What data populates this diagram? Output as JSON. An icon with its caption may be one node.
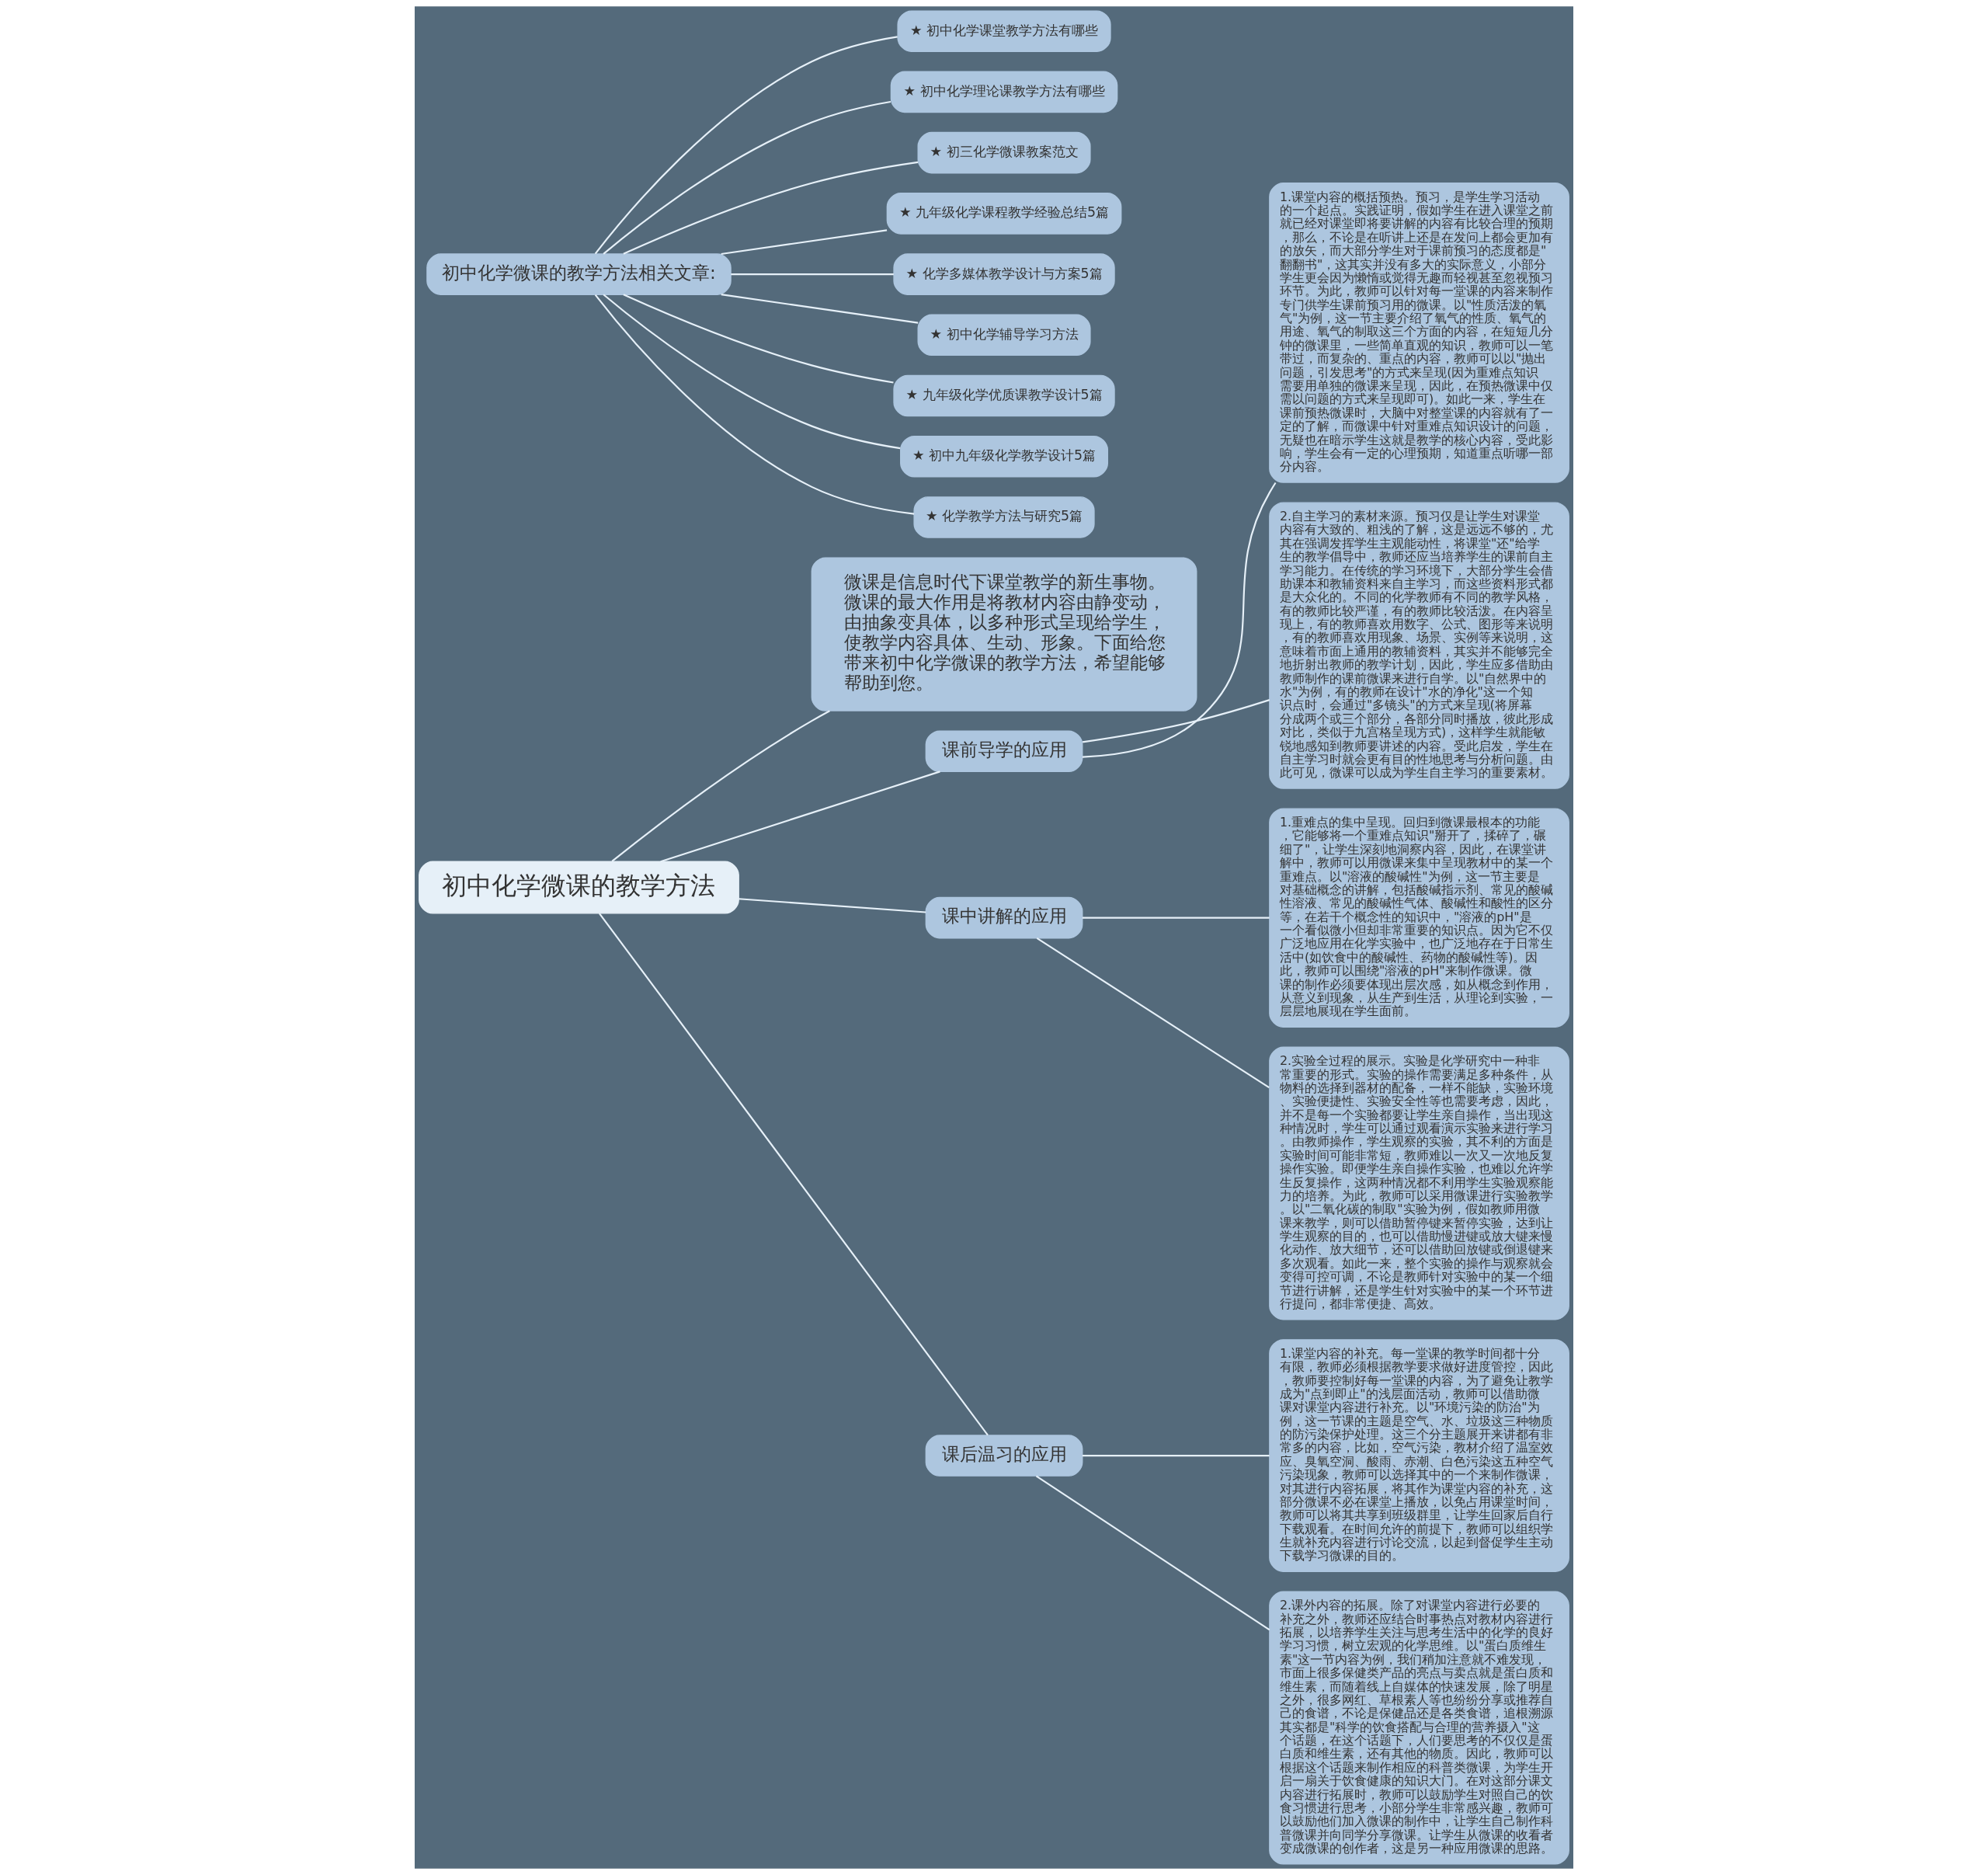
{
  "diagram": {
    "nodes": [
      {
        "text": [
          "初中化学微课的教学方法"
        ]
      },
      {
        "text": [
          "微课是信息时代下课堂教学的新生事物。微课的最大作用是将教材内容由静变动，由抽象变具体，以多种形式呈现给学生，使教学内容具体、生动、形象。下面给您带来初中化学微课的教学方法，希望能够帮助到您。"
        ]
      },
      {
        "text": [
          "课前导学的应用"
        ]
      },
      {
        "text": [
          "1.课堂内容的概括预热。预习，是学生学习活动的一个起点。实践证明，假如学生在进入课堂之前就已经对课堂即将要讲解的内容有比较合理的预期，那么，不论是在听讲上还是在发问上都会更加有的放矢，而大部分学生对于课前预习的态度都是\"翻翻书\"，这其实并没有多大的实际意义，小部分学生更会因为懒惰或觉得无趣而轻视甚至忽视预习环节。为此，教师可以针对每一堂课的内容来制作专门供学生课前预习用的微课。以\"性质活泼的氧气\"为例，这一节主要介绍了氧气的性质、氧气的用途、氧气的制取这三个方面的内容，在短短几分钟的微课里，一些简单直观的知识，教师可以一笔带过，而复杂的、重点的内容，教师可以以\"抛出问题，引发思考\"的方式来呈现(因为重难点知识需要用单独的微课来呈现，因此，在预热微课中仅需以问题的方式来呈现即可)。如此一来，学生在课前预热微课时，大脑中对整堂课的内容就有了一定的了解，而微课中针对重难点知识设计的问题，无疑也在暗示学生这就是教学的核心内容，受此影响，学生会有一定的心理预期，知道重点听哪一部分内容。"
        ]
      },
      {
        "text": [
          "2.自主学习的素材来源。预习仅是让学生对课堂内容有大致的、粗浅的了解，这是远远不够的，尤其在强调发挥学生主观能动性，将课堂\"还\"给学生的教学倡导中，教师还应当培养学生的课前自主学习能力。在传统的学习环境下，大部分学生会借助课本和教辅资料来自主学习，而这些资料形式都是大众化的。不同的化学教师有不同的教学风格，有的教师比较严谨，有的教师比较活泼。在内容呈现上，有的教师喜欢用数字、公式、图形等来说明，有的教师喜欢用现象、场景、实例等来说明，这意味着市面上通用的教辅资料，其实并不能够完全地折射出教师的教学计划，因此，学生应多借助由教师制作的课前微课来进行自学。以\"自然界中的水\"为例，有的教师在设计\"水的净化\"这一个知识点时，会通过\"多镜头\"的方式来呈现(将屏幕分成两个或三个部分，各部分同时播放，彼此形成对比，类似于九宫格呈现方式)，这样学生就能敏锐地感知到教师要讲述的内容。受此启发，学生在自主学习时就会更有目的性地思考与分析问题。由此可见，微课可以成为学生自主学习的重要素材。"
        ]
      },
      {
        "text": [
          "课中讲解的应用"
        ]
      },
      {
        "text": [
          "1.重难点的集中呈现。回归到微课最根本的功能，它能够将一个重难点知识\"掰开了，揉碎了，碾细了\"，让学生深刻地洞察内容，因此，在课堂讲解中，教师可以用微课来集中呈现教材中的某一个重难点。以\"溶液的酸碱性\"为例，这一节主要是对基础概念的讲解，包括酸碱指示剂、常见的酸碱性溶液、常见的酸碱性气体、酸碱性和酸性的区分等，在若干个概念性的知识中，\"溶液的pH\"是一个看似微小但却非常重要的知识点。因为它不仅广泛地应用在化学实验中，也广泛地存在于日常生活中(如饮食中的酸碱性、药物的酸碱性等)。因此，教师可以围绕\"溶液的pH\"来制作微课。微课的制作必须要体现出层次感，如从概念到作用，从意义到现象，从生产到生活，从理论到实验，一层层地展现在学生面前。"
        ]
      },
      {
        "text": [
          "2.实验全过程的展示。实验是化学研究中一种非常重要的形式。实验的操作需要满足多种条件，从物料的选择到器材的配备，一样不能缺，实验环境、实验便捷性、实验安全性等也需要考虑，因此，并不是每一个实验都要让学生亲自操作，当出现这种情况时，学生可以通过观看演示实验来进行学习。由教师操作，学生观察的实验，其不利的方面是实验时间可能非常短，教师难以一次又一次地反复操作实验。即便学生亲自操作实验，也难以允许学生反复操作，这两种情况都不利用学生实验观察能力的培养。为此，教师可以采用微课进行实验教学。以\"二氧化碳的制取\"实验为例，假如教师用微课来教学，则可以借助暂停键来暂停实验，达到让学生观察的目的，也可以借助慢进键或放大键来慢化动作、放大细节，还可以借助回放键或倒退键来多次观看。如此一来，整个实验的操作与观察就会变得可控可调，不论是教师针对实验中的某一个细节进行讲解，还是学生针对实验中的某一个环节进行提问，都非常便捷、高效。"
        ]
      },
      {
        "text": [
          "课后温习的应用"
        ]
      },
      {
        "text": [
          "1.课堂内容的补充。每一堂课的教学时间都十分有限，教师必须根据教学要求做好进度管控，因此，教师要控制好每一堂课的内容，为了避免让教学成为\"点到即止\"的浅层面活动，教师可以借助微课对课堂内容进行补充。以\"环境污染的防治\"为例，这一节课的主题是空气、水、垃圾这三种物质的防污染保护处理。这三个分主题展开来讲都有非常多的内容，比如，空气污染，教材介绍了温室效应、臭氧空洞、酸雨、赤潮、白色污染这五种空气污染现象，教师可以选择其中的一个来制作微课，对其进行内容拓展，将其作为课堂内容的补充，这部分微课不必在课堂上播放，以免占用课堂时间，教师可以将其共享到班级群里，让学生回家后自行下载观看。在时间允许的前提下，教师可以组织学生就补充内容进行讨论交流，以起到督促学生主动下载学习微课的目的。"
        ]
      },
      {
        "text": [
          "2.课外内容的拓展。除了对课堂内容进行必要的补充之外，教师还应结合时事热点对教材内容进行拓展，以培养学生关注与思考生活中的化学的良好学习习惯，树立宏观的化学思维。以\"蛋白质维生素\"这一节内容为例，我们稍加注意就不难发现，市面上很多保健类产品的亮点与卖点就是蛋白质和维生素，而随着线上自媒体的快速发展，除了明星之外，很多网红、草根素人等也纷纷分享或推荐自己的食谱，不论是保健品还是各类食谱，追根溯源其实都是\"科学的饮食搭配与合理的营养摄入\"这个话题，在这个话题下，人们要思考的不仅仅是蛋白质和维生素，还有其他的物质。因此，教师可以根据这个话题来制作相应的科普类微课，为学生开启一扇关于饮食健康的知识大门。在对这部分课文内容进行拓展时，教师可以鼓励学生对照自己的饮食习惯进行思考，小部分学生非常感兴趣，教师可以鼓励他们加入微课的制作中，让学生自己制作科普微课并向同学分享微课。让学生从微课的收看者变成微课的创作者，这是另一种应用微课的思路。"
        ]
      },
      {
        "text": [
          "初中化学微课的教学方法相关文章:"
        ]
      },
      {
        "text": [
          "★ 初中化学课堂教学方法有哪些"
        ]
      },
      {
        "text": [
          "★ 初中化学理论课教学方法有哪些"
        ]
      },
      {
        "text": [
          "★ 初三化学微课教案范文"
        ]
      },
      {
        "text": [
          "★ 九年级化学课程教学经验总结5篇"
        ]
      },
      {
        "text": [
          "★ 化学多媒体教学设计与方案5篇"
        ]
      },
      {
        "text": [
          "★ 初中化学辅导学习方法"
        ]
      },
      {
        "text": [
          "★ 九年级化学优质课教学设计5篇"
        ]
      },
      {
        "text": [
          "★ 初中九年级化学教学设计5篇"
        ]
      },
      {
        "text": [
          "★ 化学教学方法与研究5篇"
        ]
      }
    ],
    "edges": [
      {
        "from": 0,
        "to": 2,
        "arrow": "none"
      },
      {
        "from": 2,
        "to": 3,
        "arrow": "none"
      },
      {
        "from": 2,
        "to": 4,
        "arrow": "none"
      },
      {
        "from": 0,
        "to": 1,
        "arrow": "none"
      },
      {
        "from": 0,
        "to": 5,
        "arrow": "none"
      },
      {
        "from": 5,
        "to": 6,
        "arrow": "none"
      },
      {
        "from": 5,
        "to": 7,
        "arrow": "none"
      },
      {
        "from": 0,
        "to": 8,
        "arrow": "none"
      },
      {
        "from": 8,
        "to": 9,
        "arrow": "none"
      },
      {
        "from": 8,
        "to": 10,
        "arrow": "none"
      },
      {
        "from": 11,
        "to": 12,
        "arrow": "none"
      },
      {
        "from": 11,
        "to": 13,
        "arrow": "none"
      },
      {
        "from": 11,
        "to": 14,
        "arrow": "none"
      },
      {
        "from": 11,
        "to": 15,
        "arrow": "none"
      },
      {
        "from": 11,
        "to": 16,
        "arrow": "none"
      },
      {
        "from": 11,
        "to": 17,
        "arrow": "none"
      },
      {
        "from": 11,
        "to": 18,
        "arrow": "none"
      },
      {
        "from": 11,
        "to": 19,
        "arrow": "none"
      },
      {
        "from": 11,
        "to": 20,
        "arrow": "none"
      }
    ]
  }
}
